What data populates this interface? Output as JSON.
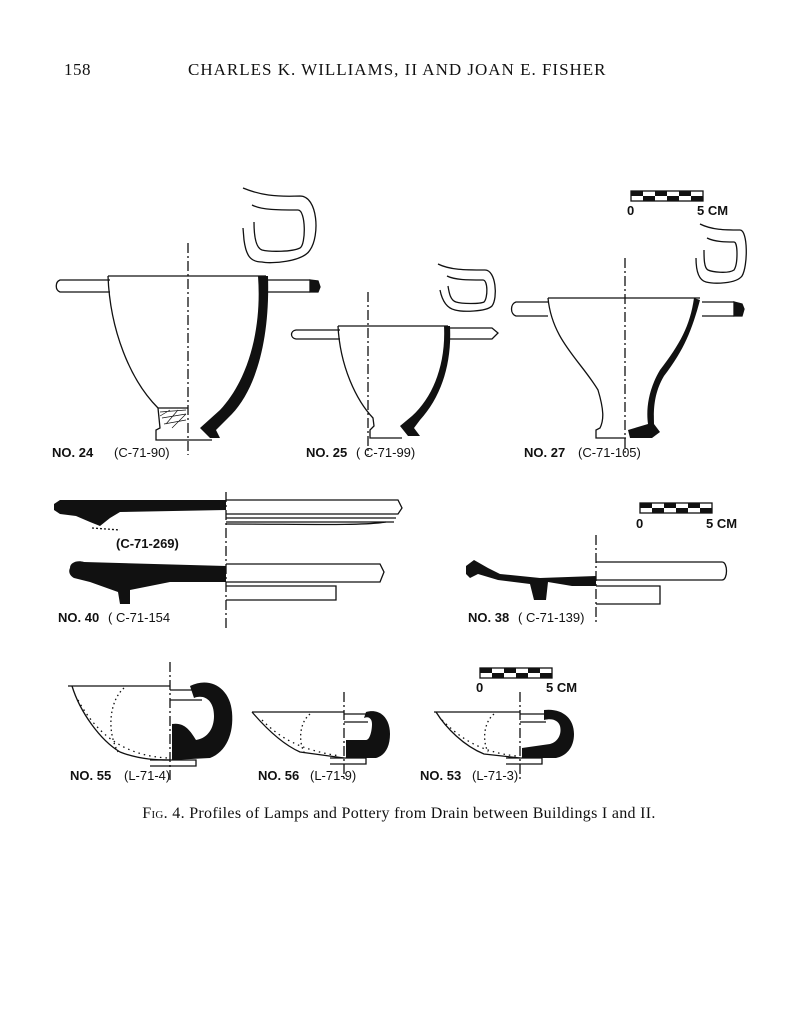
{
  "header": {
    "page_number": "158",
    "running_head": "CHARLES K. WILLIAMS, II AND JOAN E. FISHER"
  },
  "figure": {
    "items": [
      {
        "no": "NO. 24",
        "inv": "(C-71-90)"
      },
      {
        "no": "NO. 25",
        "inv": "( C-71-99)"
      },
      {
        "no": "NO. 27",
        "inv": "(C-71-105)"
      },
      {
        "no": "",
        "inv": "(C-71-269)"
      },
      {
        "no": "NO. 40",
        "inv": "( C-71-154"
      },
      {
        "no": "NO. 38",
        "inv": "( C-71-139)"
      },
      {
        "no": "NO. 55",
        "inv": "(L-71-4)"
      },
      {
        "no": "NO. 56",
        "inv": "(L-71-9)"
      },
      {
        "no": "NO. 53",
        "inv": "(L-71-3)"
      }
    ],
    "scale_bars": [
      {
        "zero": "0",
        "end": "5 CM"
      },
      {
        "zero": "0",
        "end": "5 CM"
      },
      {
        "zero": "0",
        "end": "5 CM"
      }
    ]
  },
  "caption": {
    "fig": "Fig. 4.",
    "text": "Profiles of Lamps and Pottery from Drain between Buildings I and II."
  }
}
